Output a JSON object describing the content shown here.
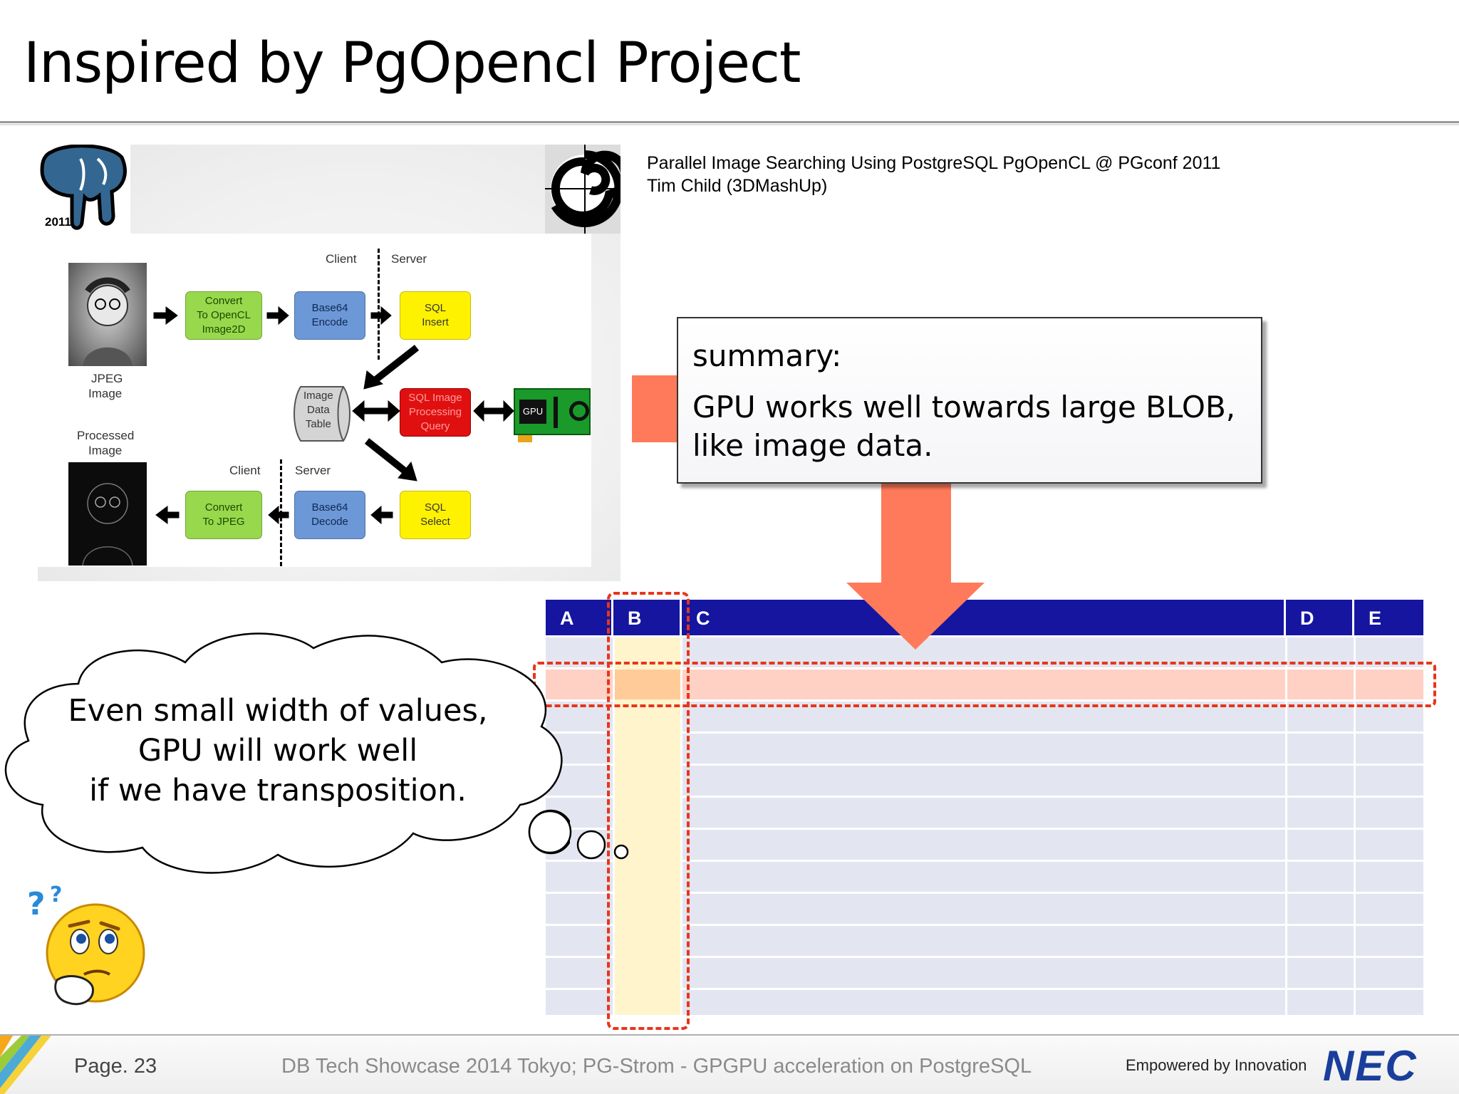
{
  "title": "Inspired by PgOpencl Project",
  "source": {
    "line1": "Parallel Image Searching Using PostgreSQL PgOpenCL @ PGconf 2011",
    "line2": "Tim Child (3DMashUp)"
  },
  "embedded_slide": {
    "logo_year": "2011",
    "top_client": "Client",
    "top_server": "Server",
    "bottom_client": "Client",
    "bottom_server": "Server",
    "jpeg_label_1": "JPEG",
    "jpeg_label_2": "Image",
    "processed_label_1": "Processed",
    "processed_label_2": "Image",
    "convert_opencl": [
      "Convert",
      "To OpenCL",
      "Image2D"
    ],
    "base64_encode": [
      "Base64",
      "Encode"
    ],
    "sql_insert": [
      "SQL",
      "Insert"
    ],
    "image_table": [
      "Image",
      "Data",
      "Table"
    ],
    "sql_image_query": [
      "SQL Image",
      "Processing",
      "Query"
    ],
    "gpu_label": "GPU",
    "convert_jpeg": [
      "Convert",
      "To JPEG"
    ],
    "base64_decode": [
      "Base64",
      "Decode"
    ],
    "sql_select": [
      "SQL",
      "Select"
    ]
  },
  "summary": {
    "heading": "summary:",
    "line1": "GPU works well towards large BLOB,",
    "line2": "like image data."
  },
  "table": {
    "columns": [
      "A",
      "B",
      "C",
      "D",
      "E"
    ]
  },
  "thought": {
    "line1": "Even small width of values,",
    "line2": "GPU will work well",
    "line3": "if we have transposition."
  },
  "footer": {
    "page": "Page. 23",
    "event": "DB Tech Showcase 2014 Tokyo; PG-Strom - GPGPU acceleration on PostgreSQL",
    "tagline": "Empowered by Innovation",
    "brand": "NEC"
  },
  "colors": {
    "accent_orange": "#ff7a5a",
    "table_header": "#1515a0",
    "dashed_red": "#e8351a"
  }
}
